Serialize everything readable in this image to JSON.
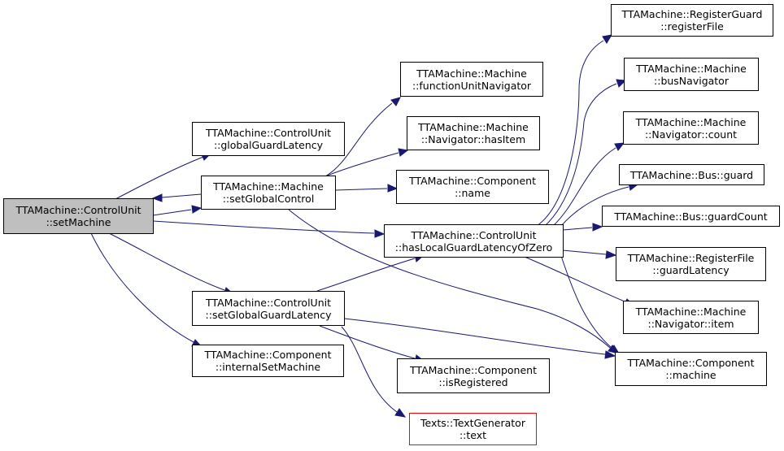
{
  "colors": {
    "edge": "#191970",
    "root_fill": "#bfbfbf",
    "node_border": "#000000",
    "highlight_border": "#ff0000"
  },
  "nodes": {
    "setMachine": {
      "line1": "TTAMachine::ControlUnit",
      "line2": "::setMachine"
    },
    "globalGuardLatency": {
      "line1": "TTAMachine::ControlUnit",
      "line2": "::globalGuardLatency"
    },
    "setGlobalControl": {
      "line1": "TTAMachine::Machine",
      "line2": "::setGlobalControl"
    },
    "setGlobalGuardLatency": {
      "line1": "TTAMachine::ControlUnit",
      "line2": "::setGlobalGuardLatency"
    },
    "internalSetMachine": {
      "line1": "TTAMachine::Component",
      "line2": "::internalSetMachine"
    },
    "functionUnitNavigator": {
      "line1": "TTAMachine::Machine",
      "line2": "::functionUnitNavigator"
    },
    "hasItem": {
      "line1": "TTAMachine::Machine",
      "line2": "::Navigator::hasItem"
    },
    "componentName": {
      "line1": "TTAMachine::Component",
      "line2": "::name"
    },
    "hasLocalGuardLatencyOfZero": {
      "line1": "TTAMachine::ControlUnit",
      "line2": "::hasLocalGuardLatencyOfZero"
    },
    "isRegistered": {
      "line1": "TTAMachine::Component",
      "line2": "::isRegistered"
    },
    "text": {
      "line1": "Texts::TextGenerator",
      "line2": "::text"
    },
    "registerFile": {
      "line1": "TTAMachine::RegisterGuard",
      "line2": "::registerFile"
    },
    "busNavigator": {
      "line1": "TTAMachine::Machine",
      "line2": "::busNavigator"
    },
    "navigatorCount": {
      "line1": "TTAMachine::Machine",
      "line2": "::Navigator::count"
    },
    "busGuard": {
      "line1": "TTAMachine::Bus::guard"
    },
    "busGuardCount": {
      "line1": "TTAMachine::Bus::guardCount"
    },
    "rfGuardLatency": {
      "line1": "TTAMachine::RegisterFile",
      "line2": "::guardLatency"
    },
    "navigatorItem": {
      "line1": "TTAMachine::Machine",
      "line2": "::Navigator::item"
    },
    "componentMachine": {
      "line1": "TTAMachine::Component",
      "line2": "::machine"
    }
  }
}
